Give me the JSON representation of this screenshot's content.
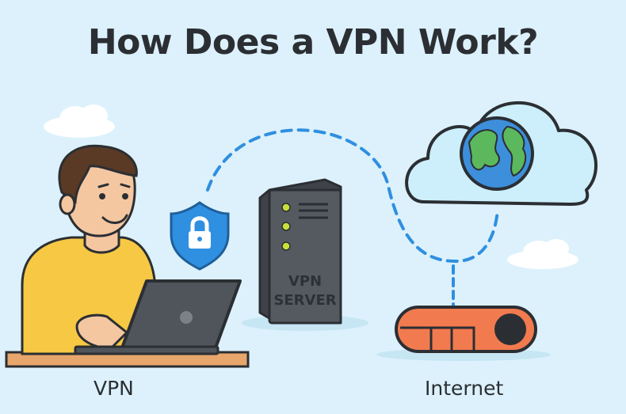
{
  "title": "How Does a VPN Work?",
  "labels": {
    "left": "VPN",
    "right": "Internet"
  },
  "server": {
    "line1": "VPN",
    "line2": "SERVER"
  },
  "icons": {
    "shield": "shield-lock-icon",
    "globe": "globe-icon",
    "cloud": "cloud-icon",
    "router": "router-icon"
  },
  "colors": {
    "background": "#dcf1fb",
    "shield": "#2f8fe0",
    "connection": "#2f8fe0",
    "sweater": "#f7c843",
    "router": "#f27a4f",
    "server": "#50555b"
  }
}
